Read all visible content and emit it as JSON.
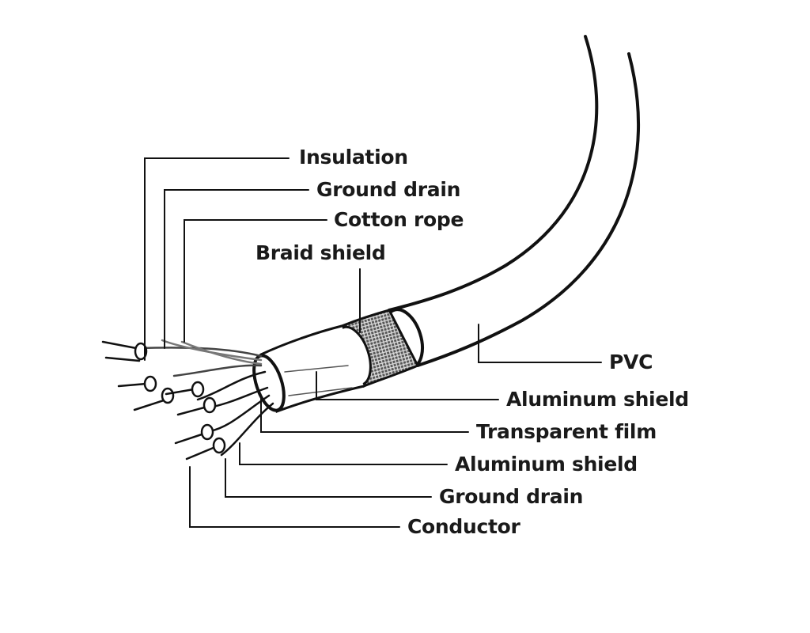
{
  "labels": {
    "insulation": "Insulation",
    "ground_drain_top": "Ground drain",
    "cotton_rope": "Cotton rope",
    "braid_shield": "Braid shield",
    "pvc": "PVC",
    "aluminum_shield_outer": "Aluminum shield",
    "transparent_film": "Transparent film",
    "aluminum_shield_inner": "Aluminum shield",
    "ground_drain_bottom": "Ground drain",
    "conductor": "Conductor"
  }
}
